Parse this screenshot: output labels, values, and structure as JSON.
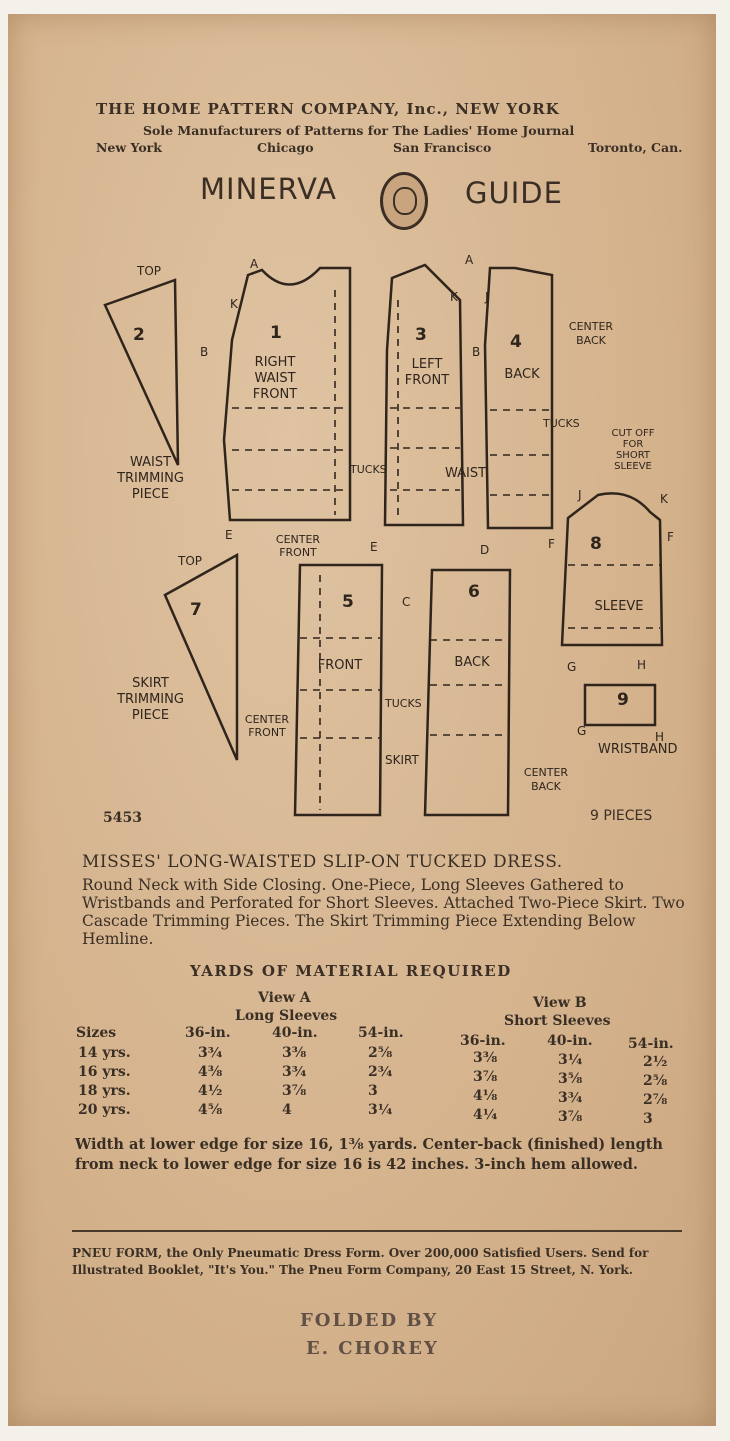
{
  "header": {
    "company": "THE HOME PATTERN COMPANY, Inc., NEW YORK",
    "tagline": "Sole Manufacturers of Patterns for The Ladies' Home Journal",
    "cities": [
      "New York",
      "Chicago",
      "San Francisco",
      "Toronto, Can."
    ]
  },
  "guide": {
    "left": "MINERVA",
    "right": "GUIDE"
  },
  "diagram": {
    "pieces": [
      {
        "number": "1",
        "name": "RIGHT\nWAIST\nFRONT"
      },
      {
        "number": "2",
        "name": ""
      },
      {
        "number": "3",
        "name": "LEFT\nFRONT"
      },
      {
        "number": "4",
        "name": "BACK"
      },
      {
        "number": "5",
        "name": "FRONT"
      },
      {
        "number": "6",
        "name": "BACK"
      },
      {
        "number": "7",
        "name": ""
      },
      {
        "number": "8",
        "name": "SLEEVE"
      },
      {
        "number": "9",
        "name": ""
      }
    ],
    "labels": {
      "top1": "TOP",
      "top2": "TOP",
      "waist_trimming": "WAIST\nTRIMMING\nPIECE",
      "skirt_trimming": "SKIRT\nTRIMMING\nPIECE",
      "center_back": "CENTER\nBACK",
      "tucks": "TUCKS",
      "waist": "WAIST",
      "center_front": "CENTER\nFRONT",
      "cut_off": "CUT OFF\nFOR\nSHORT\nSLEEVE",
      "wristband": "WRISTBAND",
      "skirt": "SKIRT",
      "center_back2": "CENTER\nBACK",
      "center_front2": "CENTER\nFRONT",
      "letters": [
        "A",
        "A",
        "K",
        "K",
        "J",
        "B",
        "B",
        "E",
        "E",
        "D",
        "C",
        "J",
        "K",
        "F",
        "F",
        "G",
        "H",
        "G",
        "H"
      ]
    },
    "pattern_number": "5453",
    "pieces_count": "9 PIECES"
  },
  "description": {
    "title": "MISSES' LONG-WAISTED SLIP-ON TUCKED DRESS.",
    "body": "Round Neck with Side Closing. One-Piece, Long Sleeves Gathered to Wristbands and Perforated for Short Sleeves. Attached Two-Piece Skirt. Two Cascade Trimming Pieces. The Skirt Trimming Piece Extending Below Hemline."
  },
  "yardage": {
    "title": "YARDS OF MATERIAL REQUIRED",
    "view_a": "View A",
    "view_a_sub": "Long Sleeves",
    "view_b": "View B",
    "view_b_sub": "Short Sleeves",
    "sizes_label": "Sizes",
    "widths": [
      "36-in.",
      "40-in.",
      "54-in.",
      "36-in.",
      "40-in.",
      "54-in."
    ],
    "rows": [
      {
        "size": "14 yrs.",
        "values": [
          "3¾",
          "3⅜",
          "2⅝",
          "3⅜",
          "3¼",
          "2½"
        ]
      },
      {
        "size": "16 yrs.",
        "values": [
          "4⅜",
          "3¾",
          "2¾",
          "3⅞",
          "3⅝",
          "2⅝"
        ]
      },
      {
        "size": "18 yrs.",
        "values": [
          "4½",
          "3⅞",
          "3",
          "4⅛",
          "3¾",
          "2⅞"
        ]
      },
      {
        "size": "20 yrs.",
        "values": [
          "4⅝",
          "4",
          "3¼",
          "4¼",
          "3⅞",
          "3"
        ]
      }
    ]
  },
  "notes": "Width at lower edge for size 16, 1⅜ yards. Center-back (finished) length from neck to lower edge for size 16 is 42 inches. 3-inch hem allowed.",
  "advert": "PNEU FORM, the Only Pneumatic Dress Form. Over 200,000 Satisfied Users. Send for Illustrated Booklet, \"It's You.\" The Pneu Form Company, 20 East 15 Street, N. York.",
  "stamp": {
    "line1": "FOLDED BY",
    "line2": "E. CHOREY"
  }
}
